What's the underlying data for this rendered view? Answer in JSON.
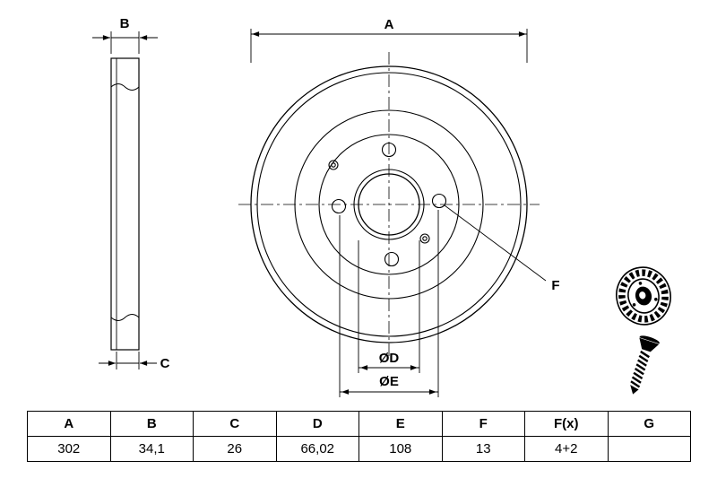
{
  "page": {
    "background": "#ffffff",
    "line_color": "#000000"
  },
  "drawing": {
    "labels": {
      "a": "A",
      "b": "B",
      "c": "C",
      "d": "ØD",
      "e": "ØE",
      "f": "F"
    }
  },
  "icons": {
    "disc_3d": "brake-disc-3d-icon",
    "screw": "countersunk-screw-icon"
  },
  "table": {
    "headers": [
      "A",
      "B",
      "C",
      "D",
      "E",
      "F",
      "F(x)",
      "G"
    ],
    "values": [
      "302",
      "34,1",
      "26",
      "66,02",
      "108",
      "13",
      "4+2",
      ""
    ]
  }
}
